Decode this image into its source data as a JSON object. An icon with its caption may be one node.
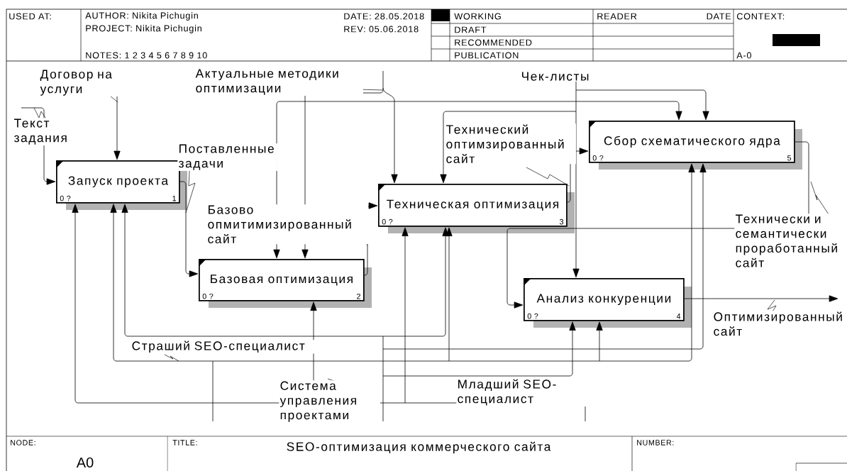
{
  "diagram": {
    "title": "SEO-оптимизация коммерческого сайта",
    "nodes": [
      {
        "text": [
          "Запуск проекта",
          "0 ?",
          "1"
        ]
      },
      {
        "text": [
          "Базовая оптимизация",
          "0 ?",
          "2"
        ]
      },
      {
        "text": [
          "Техническая оптимизация",
          "0 ?",
          "3"
        ]
      },
      {
        "text": [
          "Анализ конкуренции",
          "0 ?",
          "4"
        ]
      },
      {
        "text": [
          "Сбор схематического ядра",
          "0 ?",
          "5"
        ]
      }
    ],
    "edges": [
      {
        "from": null,
        "to": 0,
        "arrow": "to",
        "label": "Текст задания"
      },
      {
        "from": null,
        "to": 0,
        "arrow": "to",
        "label": "Договор на услуги"
      },
      {
        "from": 0,
        "to": 1,
        "arrow": "to",
        "label": "Поставленные задачи"
      },
      {
        "from": 1,
        "to": 2,
        "arrow": "to",
        "label": "Базово опмитимизированный сайт"
      },
      {
        "from": 2,
        "to": 4,
        "arrow": "to",
        "label": "Технический оптимзированный сайт"
      },
      {
        "from": 4,
        "to": 3,
        "arrow": "to",
        "label": "Технически и семантически проработанный сайт"
      },
      {
        "from": 3,
        "to": null,
        "arrow": "to",
        "label": "Оптимизированный сайт"
      },
      {
        "from": null,
        "to": 1,
        "arrow": "to",
        "label": "Актуальные методики оптимизации"
      },
      {
        "from": null,
        "to": 2,
        "arrow": "to"
      },
      {
        "from": null,
        "to": 1,
        "arrow": "to",
        "label": "Чек-листы"
      },
      {
        "from": null,
        "to": 4,
        "arrow": "to"
      },
      {
        "from": null,
        "to": 4,
        "arrow": "to"
      },
      {
        "from": null,
        "to": 2,
        "arrow": "to"
      },
      {
        "from": null,
        "to": 3,
        "arrow": "to"
      },
      {
        "from": null,
        "to": 0,
        "arrow": "to",
        "label": "Страший SEO-специалист"
      },
      {
        "from": null,
        "to": 2,
        "arrow": "to"
      },
      {
        "from": null,
        "to": 3,
        "arrow": "to"
      },
      {
        "from": null,
        "to": 4,
        "arrow": "to"
      },
      {
        "from": null,
        "to": 3,
        "arrow": "to",
        "label": "Младший SEO-специалист"
      },
      {
        "from": null,
        "to": 0,
        "arrow": "to"
      },
      {
        "from": null,
        "to": 2,
        "arrow": "to"
      },
      {
        "from": null,
        "to": 4,
        "arrow": "to"
      },
      {
        "from": null,
        "to": 0,
        "arrow": "to",
        "label": "Система управления проектами"
      },
      {
        "from": null,
        "to": 1,
        "arrow": "to"
      },
      {
        "from": null,
        "to": 2,
        "arrow": "to"
      }
    ],
    "labels": [
      "USED AT:",
      "AUTHOR: Nikita Pichugin",
      "DATE: 28.05.2018",
      "WORKING",
      "READER",
      "DATE",
      "CONTEXT:",
      "PROJECT: Nikita Pichugin",
      "REV: 05.06.2018",
      "DRAFT",
      "RECOMMENDED",
      "NOTES: 1 2 3 4 5 6 7 8 9 10",
      "PUBLICATION",
      "A-0",
      "NODE:",
      "A0",
      "TITLE:",
      "NUMBER:"
    ]
  }
}
